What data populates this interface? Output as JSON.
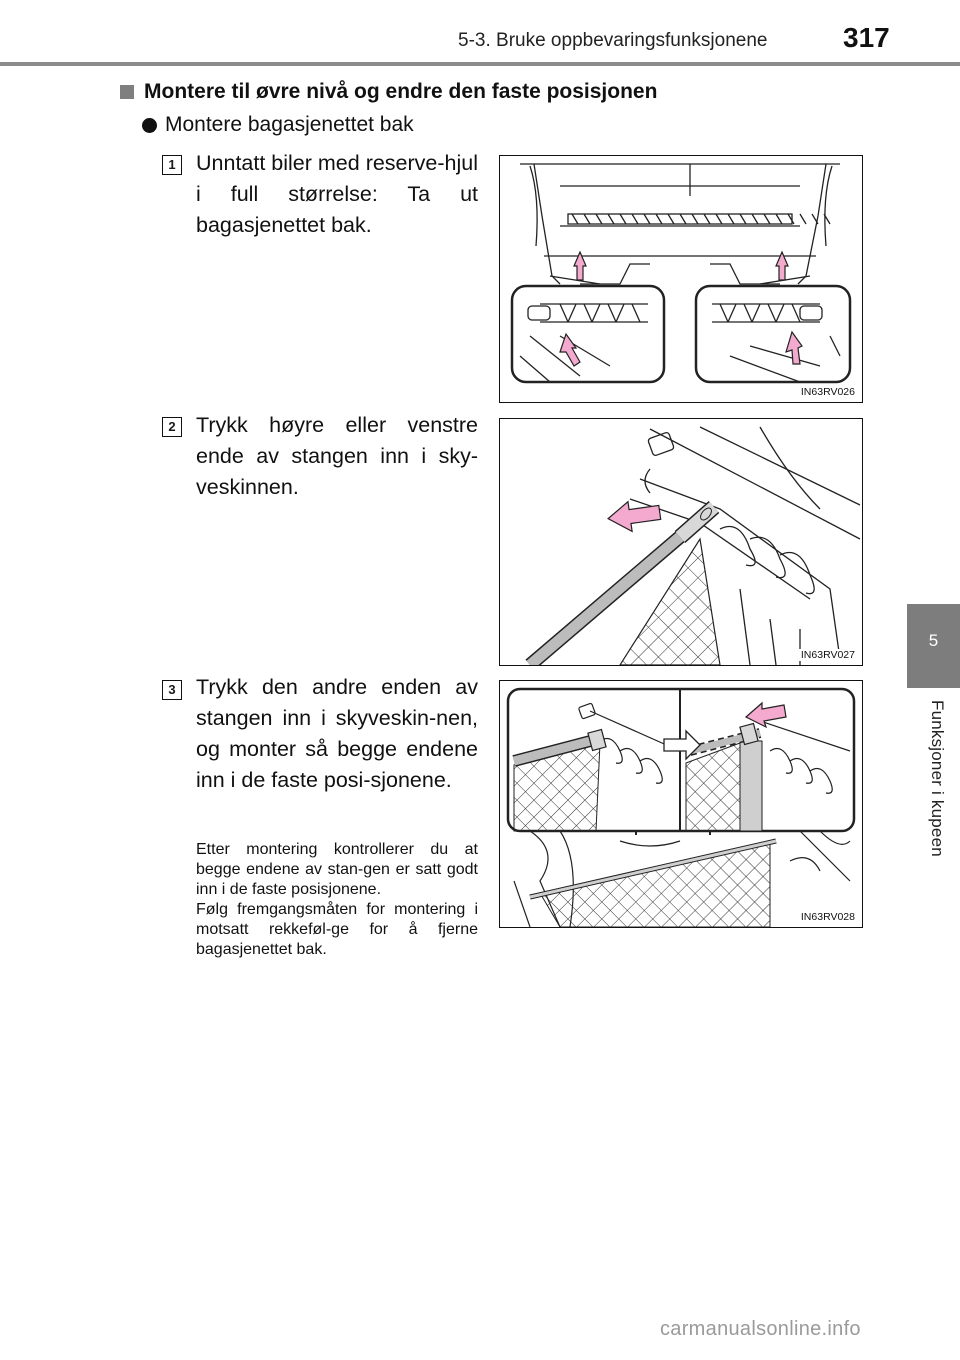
{
  "header": {
    "section_title": "5-3. Bruke oppbevaringsfunksjonene",
    "page_number": "317"
  },
  "side_tab": {
    "chapter_number": "5",
    "chapter_title": "Funksjoner i kupeen"
  },
  "content": {
    "heading": "Montere til øvre nivå og endre den faste posisjonen",
    "subheading": "Montere bagasjenettet bak",
    "steps": [
      {
        "number": "1",
        "text": "Unntatt biler med reserve-hjul i full størrelse: Ta ut bagasjenettet bak.",
        "figure_id": "IN63RV026"
      },
      {
        "number": "2",
        "text": "Trykk høyre eller venstre ende av stangen inn i sky-veskinnen.",
        "figure_id": "IN63RV027"
      },
      {
        "number": "3",
        "text": "Trykk den andre enden av stangen inn i skyveskin-nen, og monter så begge endene inn i de faste posi-sjonene.",
        "note": "Etter montering kontrollerer du at begge endene av stan-gen er satt godt inn i de faste posisjonene.\nFølg fremgangsmåten for montering i motsatt rekkeføl-ge for å fjerne bagasjenettet bak.",
        "figure_id": "IN63RV028"
      }
    ]
  },
  "watermark": "carmanualsonline.info",
  "colors": {
    "arrow_fill": "#f4a9cf",
    "tab_gray": "#7d7d7d",
    "rule_gray": "#8c8c8c"
  }
}
